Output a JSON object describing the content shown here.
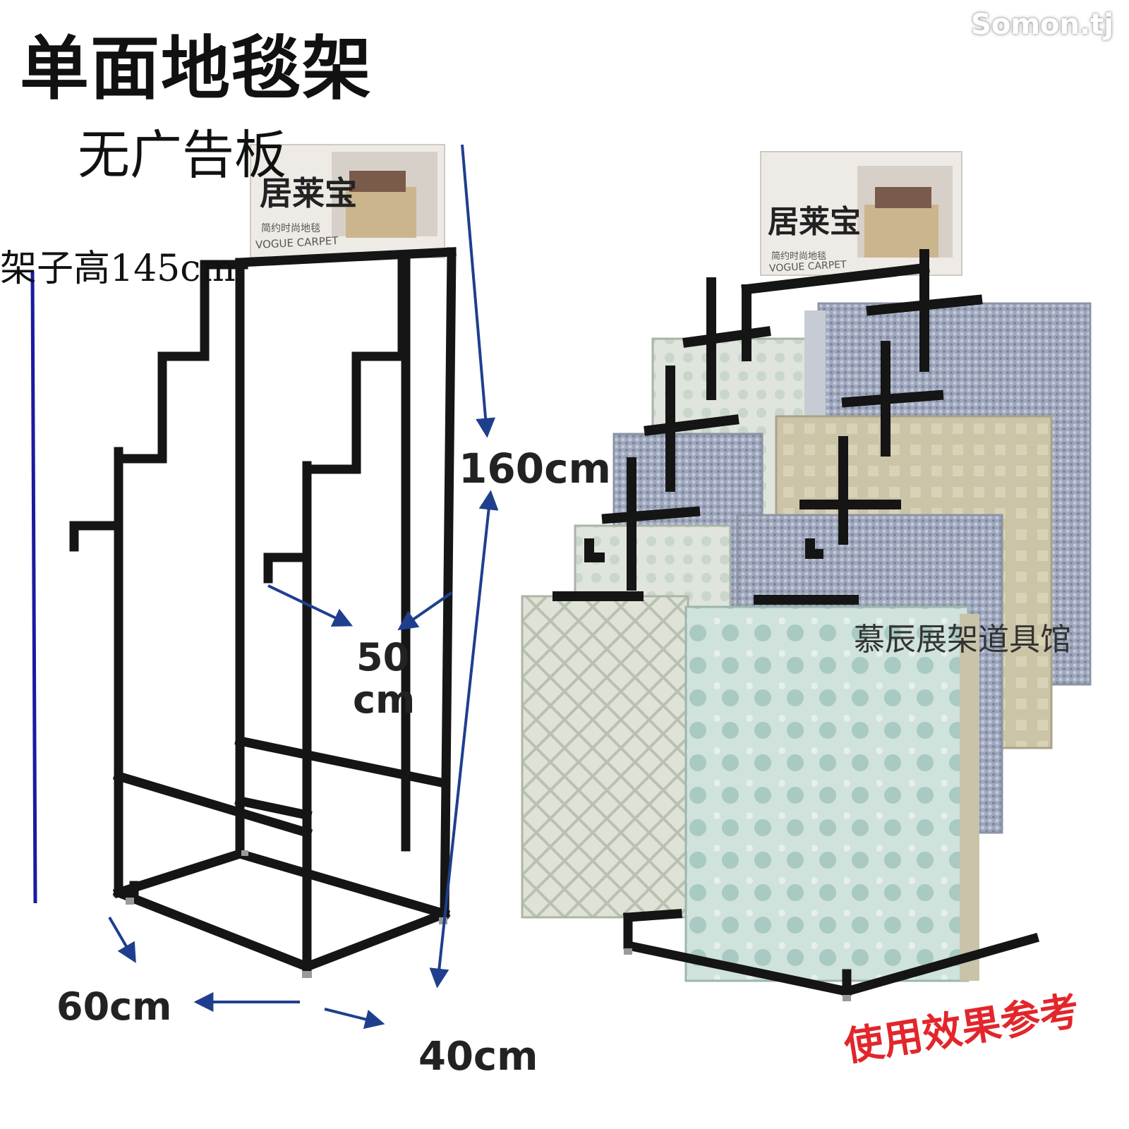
{
  "texts": {
    "title": "单面地毯架",
    "subtitle": "无广告板",
    "height_note": "架子高145cm",
    "dim_160": "160cm",
    "dim_50_a": "50",
    "dim_50_b": "cm",
    "dim_60": "60cm",
    "dim_40": "40cm",
    "brand_left": "居莱宝",
    "brand_left_sub": "简约时尚地毯",
    "brand_left_en": "VOGUE CARPET",
    "brand_right": "居莱宝",
    "brand_right_sub": "简约时尚地毯",
    "brand_right_en": "VOGUE CARPET",
    "shop_name": "慕辰展架道具馆",
    "reference": "使用效果参考",
    "watermark": "Somon.tj"
  },
  "colors": {
    "frame": "#151515",
    "arrow": "#1f3f8e",
    "height_line": "#1a1aa0",
    "reference": "#e2262b"
  }
}
